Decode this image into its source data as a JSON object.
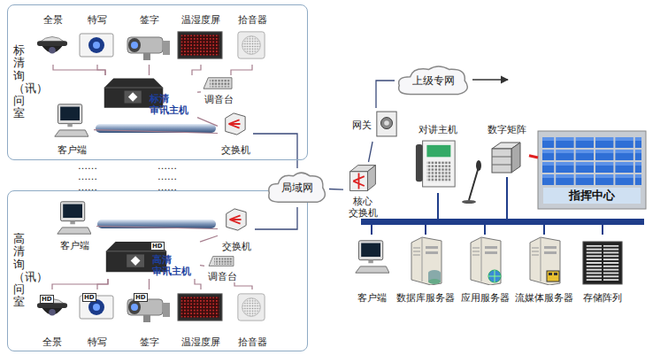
{
  "diagram": {
    "nodes": [
      {
        "text": [
          "标清询（讯）问室"
        ]
      },
      {
        "text": [
          "全景"
        ],
        "in": 0
      },
      {
        "text": [
          "特写"
        ],
        "in": 0
      },
      {
        "text": [
          "签字"
        ],
        "in": 0
      },
      {
        "text": [
          "温湿度屏"
        ],
        "in": 0
      },
      {
        "text": [
          "拾音器"
        ],
        "in": 0
      },
      {
        "text": [
          "标清 审讯主机"
        ],
        "in": 0
      },
      {
        "text": [
          "调音台"
        ],
        "in": 0
      },
      {
        "text": [
          "客户端"
        ],
        "in": 0
      },
      {
        "text": [
          "交换机"
        ],
        "in": 0
      },
      {
        "text": [
          "高清询（讯）问室"
        ]
      },
      {
        "text": [
          "客户端"
        ],
        "in": 10
      },
      {
        "text": [
          "交换机"
        ],
        "in": 10
      },
      {
        "text": [
          "高清 审讯主机"
        ],
        "in": 10
      },
      {
        "text": [
          "调音台"
        ],
        "in": 10
      },
      {
        "text": [
          "全景"
        ],
        "in": 10
      },
      {
        "text": [
          "特写"
        ],
        "in": 10
      },
      {
        "text": [
          "签字"
        ],
        "in": 10
      },
      {
        "text": [
          "温湿度屏"
        ],
        "in": 10
      },
      {
        "text": [
          "拾音器"
        ],
        "in": 10
      },
      {
        "text": [
          "局域网"
        ]
      },
      {
        "text": [
          "核心 交换机"
        ]
      },
      {
        "text": [
          "网关"
        ]
      },
      {
        "text": [
          "上级专网"
        ]
      },
      {
        "text": [
          "对讲主机"
        ]
      },
      {
        "text": [
          "数字矩阵"
        ]
      },
      {
        "text": [
          "指挥中心"
        ]
      },
      {
        "text": [
          "客户端"
        ]
      },
      {
        "text": [
          "数据库服务器"
        ]
      },
      {
        "text": [
          "应用服务器"
        ]
      },
      {
        "text": [
          "流媒体服务器"
        ]
      },
      {
        "text": [
          "存储阵列"
        ]
      }
    ],
    "edges": [
      {
        "from": 1,
        "to": 6,
        "arrow": "none"
      },
      {
        "from": 2,
        "to": 6,
        "arrow": "none"
      },
      {
        "from": 3,
        "to": 6,
        "arrow": "none"
      },
      {
        "from": 4,
        "to": 6,
        "arrow": "none"
      },
      {
        "from": 5,
        "to": 7,
        "arrow": "none"
      },
      {
        "from": 7,
        "to": 6,
        "arrow": "none"
      },
      {
        "from": 8,
        "to": 9,
        "arrow": "none"
      },
      {
        "from": 6,
        "to": 9,
        "arrow": "none"
      },
      {
        "from": 9,
        "to": 20,
        "arrow": "none"
      },
      {
        "from": 11,
        "to": 12,
        "arrow": "none"
      },
      {
        "from": 13,
        "to": 12,
        "arrow": "none"
      },
      {
        "from": 15,
        "to": 13,
        "arrow": "none"
      },
      {
        "from": 16,
        "to": 13,
        "arrow": "none"
      },
      {
        "from": 17,
        "to": 13,
        "arrow": "none"
      },
      {
        "from": 18,
        "to": 13,
        "arrow": "none"
      },
      {
        "from": 19,
        "to": 14,
        "arrow": "none"
      },
      {
        "from": 14,
        "to": 13,
        "arrow": "none"
      },
      {
        "from": 12,
        "to": 20,
        "arrow": "none"
      },
      {
        "from": 20,
        "to": 21,
        "arrow": "none"
      },
      {
        "from": 21,
        "to": 22,
        "arrow": "none"
      },
      {
        "from": 22,
        "to": 23,
        "arrow": "none"
      },
      {
        "from": 21,
        "to": 24,
        "arrow": "none"
      },
      {
        "from": 21,
        "to": 25,
        "arrow": "none"
      },
      {
        "from": 25,
        "to": 26,
        "arrow": "none"
      },
      {
        "from": 21,
        "to": 27,
        "arrow": "none"
      },
      {
        "from": 21,
        "to": 28,
        "arrow": "none"
      },
      {
        "from": 21,
        "to": 29,
        "arrow": "none"
      },
      {
        "from": 21,
        "to": 30,
        "arrow": "none"
      },
      {
        "from": 21,
        "to": 31,
        "arrow": "none"
      }
    ],
    "labels": [
      "……",
      "……",
      "……",
      "……",
      "……",
      "……",
      "HD",
      "HD",
      "HD",
      "HD"
    ]
  }
}
